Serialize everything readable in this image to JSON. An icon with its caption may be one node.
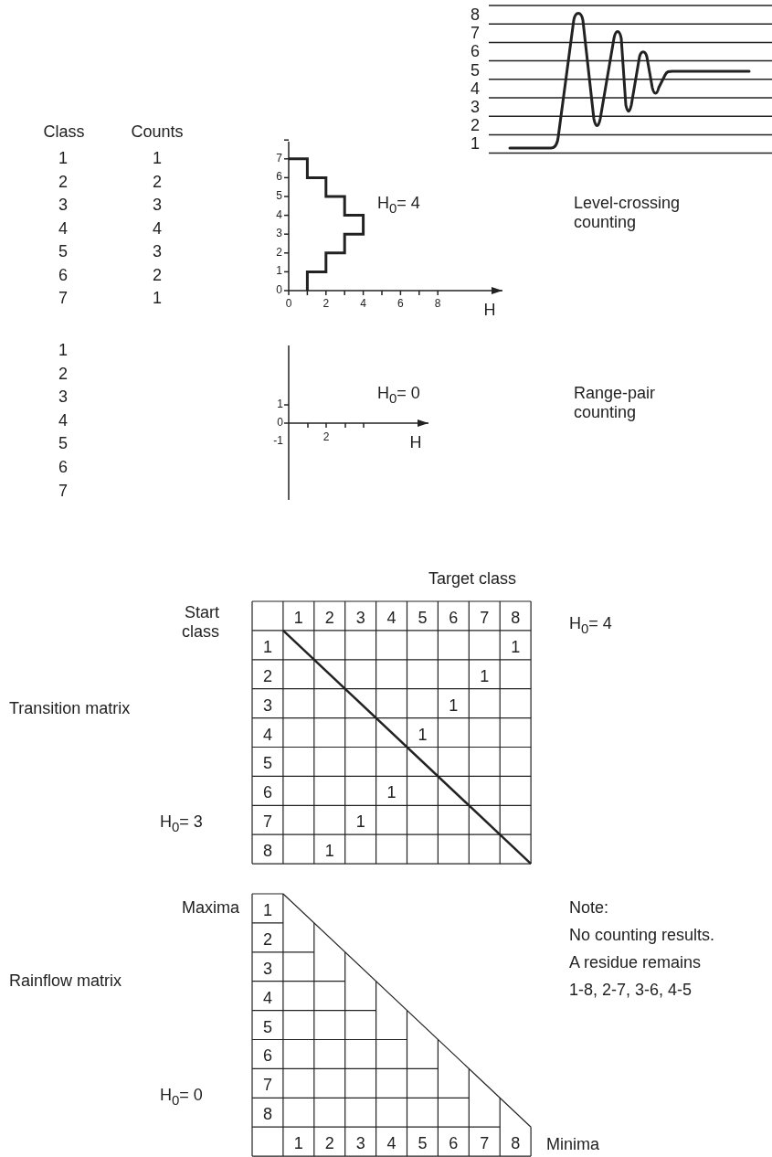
{
  "diagram": {
    "labels": [
      "8",
      "7",
      "6",
      "5",
      "4",
      "3",
      "2",
      "1",
      "Class",
      "Counts",
      "1",
      "1",
      "2",
      "2",
      "3",
      "3",
      "4",
      "4",
      "5",
      "3",
      "6",
      "2",
      "7",
      "1",
      "H$_{0}$= 4",
      "Level-crossing counting",
      "1",
      "2",
      "3",
      "4",
      "5",
      "6",
      "7",
      "1",
      "0",
      "-1",
      "2",
      "H",
      "H$_{0}$= 0",
      "Range-pair counting",
      "Target class",
      "Start class",
      "H$_{0}$= 4",
      "Transition matrix",
      "1",
      "2",
      "3",
      "4",
      "5",
      "6",
      "7",
      "8",
      "1",
      "1",
      "2",
      "1",
      "3",
      "1",
      "4",
      "1",
      "5",
      "6",
      "1",
      "7",
      "1",
      "8",
      "1",
      "H$_{0}$= 3",
      "Maxima",
      "Note:",
      "No counting results.",
      "A residue remains",
      "1-8, 2-7, 3-6, 4-5",
      "Rainflow matrix",
      "1",
      "2",
      "3",
      "4",
      "5",
      "6",
      "7",
      "8",
      "H$_{0}$= 0",
      "1",
      "2",
      "3",
      "4",
      "5",
      "6",
      "7",
      "8",
      "Minima",
      "7",
      "6",
      "5",
      "4",
      "3",
      "2",
      "1",
      "0",
      "0",
      "2",
      "4",
      "6",
      "8",
      "H"
    ]
  }
}
